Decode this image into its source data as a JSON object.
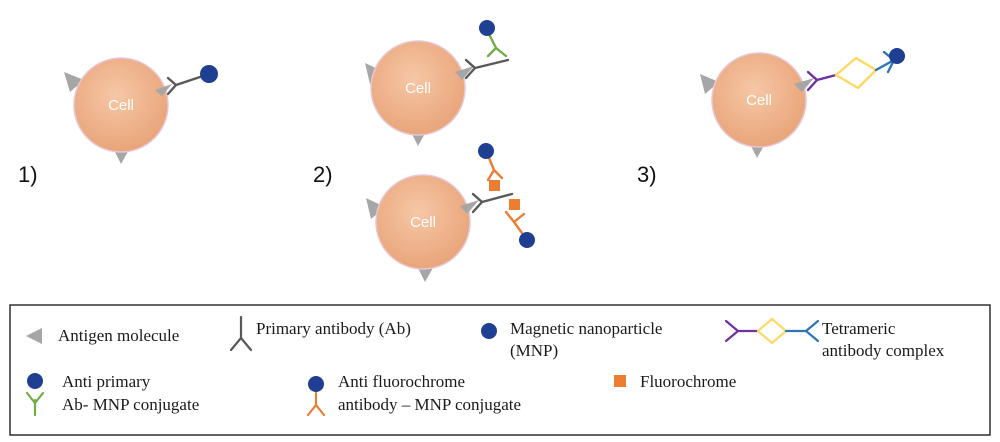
{
  "colors": {
    "cell_fill": "#efb48c",
    "cell_stroke": "#e8c6d3",
    "antigen": "#a6a6a6",
    "primary_ab": "#595959",
    "mnp": "#1f3f93",
    "anti_primary_ab": "#70ad47",
    "anti_fluoro_ab": "#ed7d31",
    "fluorochrome": "#ed7d31",
    "tetramer_purple": "#7030a0",
    "tetramer_yellow": "#ffd966",
    "tetramer_blue": "#2e75b6"
  },
  "diagram": {
    "cell_label": "Cell",
    "panels": [
      "1)",
      "2)",
      "3)"
    ]
  },
  "legend": {
    "antigen": "Antigen molecule",
    "primary_ab": "Primary antibody (Ab)",
    "mnp_line1": "Magnetic nanoparticle",
    "mnp_line2": "(MNP)",
    "tetramer_line1": "Tetrameric",
    "tetramer_line2": "antibody complex",
    "anti_primary_line1": "Anti primary",
    "anti_primary_line2": "Ab- MNP conjugate",
    "anti_fluoro_line1": "Anti fluorochrome",
    "anti_fluoro_line2": "antibody – MNP conjugate",
    "fluorochrome": "Fluorochrome"
  }
}
